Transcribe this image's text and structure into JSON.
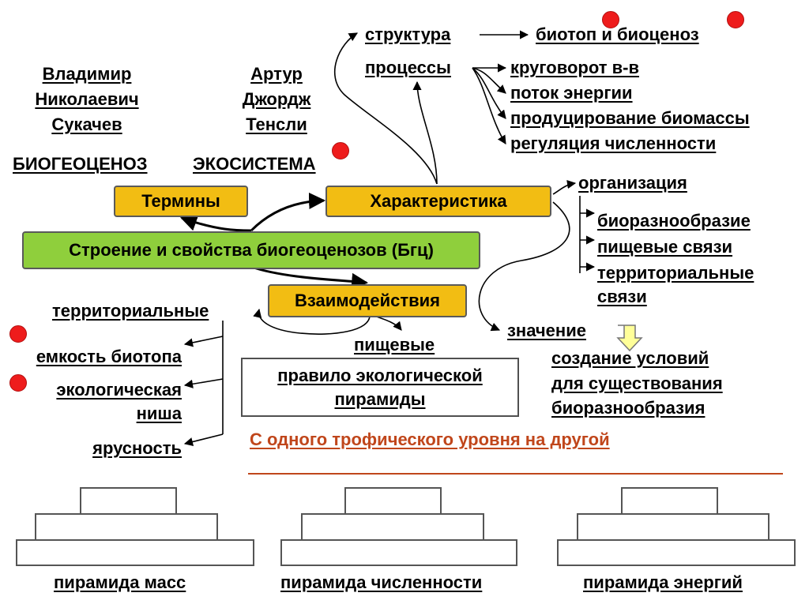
{
  "people": {
    "sukachev": [
      "Владимир",
      "Николаевич",
      "Сукачев"
    ],
    "tansley": [
      "Артур",
      "Джордж",
      "Тенсли"
    ]
  },
  "terms": {
    "biogeocenosis": "БИОГЕОЦЕНОЗ",
    "ecosystem": "ЭКОСИСТЕМА"
  },
  "boxes": {
    "terms": "Термины",
    "characteristics": "Характеристика",
    "main": "Строение и свойства биогеоценозов (Бгц)",
    "interactions": "Взаимодействия"
  },
  "characteristics": {
    "structure": "структура",
    "structure_result": "биотоп и биоценоз",
    "processes": "процессы",
    "process_items": [
      "круговорот в-в",
      "поток энергии",
      "продуцирование биомассы",
      "регуляция численности"
    ],
    "organization": "организация",
    "organization_items": [
      "биоразнообразие",
      "пищевые связи",
      "территориальные",
      "связи"
    ],
    "meaning": "значение",
    "meaning_text": [
      "создание условий",
      "для существования",
      "биоразнообразия"
    ]
  },
  "interactions": {
    "territorial": "территориальные",
    "items": [
      "емкость биотопа",
      "экологическая",
      "ниша",
      "ярусность"
    ],
    "food": "пищевые",
    "rule_lines": [
      "правило экологической",
      "пирамиды"
    ],
    "transfer": "С одного трофического уровня на другой"
  },
  "pyramids": [
    "пирамида масс",
    "пирамида численности",
    "пирамида энергий"
  ],
  "colors": {
    "box_yellow": "#f2bd13",
    "box_green": "#8fcf3c",
    "marker_red": "#ee1c1c",
    "accent_orange": "#c0461b",
    "arrow_yellow": "#ffff99"
  }
}
